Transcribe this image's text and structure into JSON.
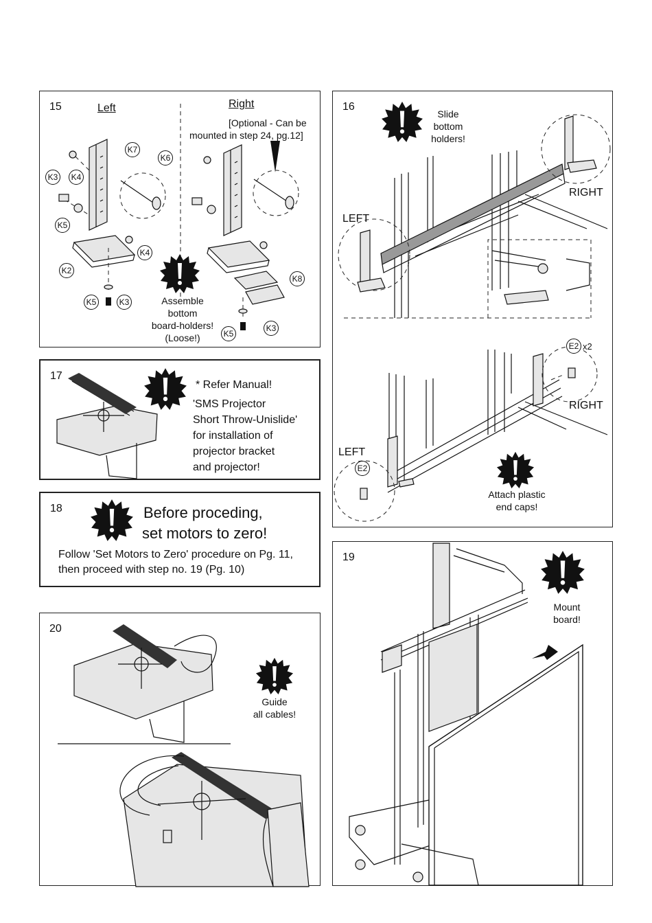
{
  "step15": {
    "number": "15",
    "left_heading": "Left",
    "right_heading": "Right",
    "optional_note_1": "[Optional - Can be",
    "optional_note_2": "mounted in step 24, pg.12]",
    "parts": [
      "K7",
      "K6",
      "K3",
      "K4",
      "K5",
      "K4",
      "K2",
      "K5",
      "K3",
      "K8",
      "K5",
      "K3"
    ],
    "callout": [
      "Assemble",
      "bottom",
      "board-holders!",
      "(Loose!)"
    ]
  },
  "step16": {
    "number": "16",
    "callout_top": [
      "Slide",
      "bottom",
      "holders!"
    ],
    "left_top": "LEFT",
    "right_top": "RIGHT",
    "left_bottom": "LEFT",
    "right_bottom": "RIGHT",
    "part_e2_right": "E2",
    "qty": "x2",
    "part_e2_left": "E2",
    "callout_bottom": [
      "Attach plastic",
      "end caps!"
    ]
  },
  "step17": {
    "number": "17",
    "lines": [
      "* Refer Manual!",
      "'SMS Projector",
      "Short Throw-Unislide'",
      "for installation of",
      "projector bracket",
      "and projector!"
    ]
  },
  "step18": {
    "number": "18",
    "headline_1": "Before proceding,",
    "headline_2": "set motors to zero!",
    "body_1": "Follow 'Set Motors to Zero' procedure on Pg. 11,",
    "body_2": "then proceed with step no. 19 (Pg. 10)"
  },
  "step19": {
    "number": "19",
    "callout": [
      "Mount",
      "board!"
    ]
  },
  "step20": {
    "number": "20",
    "callout": [
      "Guide",
      "all cables!"
    ]
  },
  "icons": {
    "warning": "exclamation-starburst-icon"
  }
}
